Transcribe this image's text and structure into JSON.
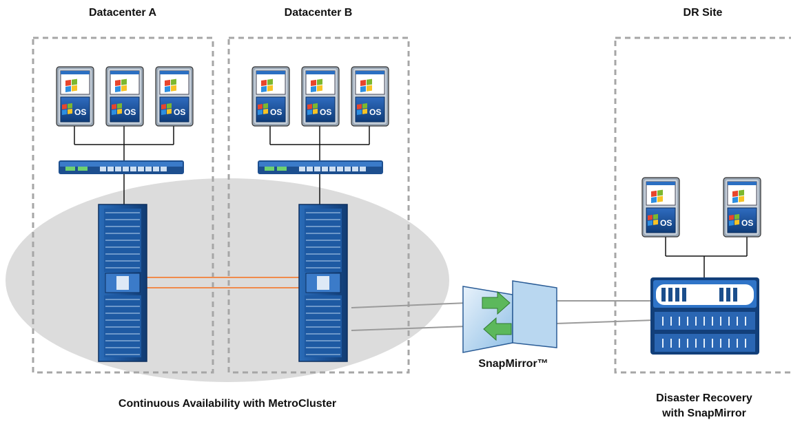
{
  "labels": {
    "datacenter_a": "Datacenter A",
    "datacenter_b": "Datacenter B",
    "dr_site": "DR Site",
    "continuous": "Continuous Availability with MetroCluster",
    "snapmirror": "SnapMirror™",
    "disaster_line1": "Disaster Recovery",
    "disaster_line2": "with SnapMirror"
  },
  "server_os_label": "OS",
  "colors": {
    "cluster_ellipse": "#d9d9d9",
    "site_border": "#a6a6a6",
    "metro_link": "#f08a4b",
    "snap_link": "#9a9a9a",
    "storage_blue": "#1f5fa8",
    "server_blue": "#1b4e8c",
    "arrow_green": "#5cb85c",
    "window_flag_red": "#e8452c",
    "window_flag_green": "#7cb82f",
    "window_flag_blue": "#2d8ee0",
    "window_flag_yellow": "#f7c325"
  },
  "icons": [
    "windows-logo-icon",
    "server-icon",
    "network-switch-icon",
    "storage-cabinet-icon",
    "snapmirror-icon",
    "storage-array-icon"
  ]
}
